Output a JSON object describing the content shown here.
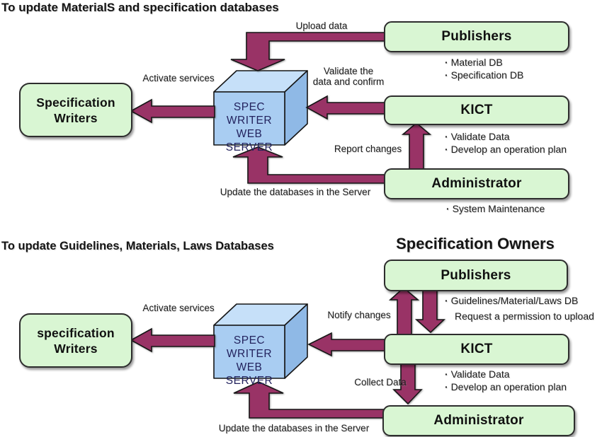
{
  "colors": {
    "arrow": "#993366",
    "box_fill": "#d9f6d3",
    "box_border": "#2d2d2d",
    "cube_front": "#a9cdf2",
    "cube_top": "#c6e0f9",
    "cube_side": "#8fb9e6",
    "server_text": "#23235e"
  },
  "section1": {
    "title": "To update MaterialS and specification databases",
    "labels": {
      "upload": "Upload data",
      "validate_line1": "Validate the",
      "validate_line2": "data and confirm",
      "activate": "Activate services",
      "report": "Report changes",
      "update": "Update the databases in the Server"
    },
    "boxes": {
      "writers_line1": "Specification",
      "writers_line2": "Writers",
      "publishers": "Publishers",
      "kict": "KICT",
      "administrator": "Administrator"
    },
    "server": {
      "line1": "SPEC WRITER",
      "line2": "WEB",
      "line3": "SERVER"
    },
    "publishers_bullets": [
      "Material DB",
      "Specification DB"
    ],
    "kict_bullets": [
      "Validate Data",
      "Develop an operation plan"
    ],
    "admin_bullets": [
      "System Maintenance"
    ]
  },
  "section2": {
    "title": "To update Guidelines, Materials, Laws Databases",
    "owners_heading": "Specification Owners",
    "labels": {
      "activate": "Activate services",
      "notify": "Notify changes",
      "collect": "Collect Data",
      "update": "Update the databases in the Server"
    },
    "boxes": {
      "writers_line1": "specification",
      "writers_line2": "Writers",
      "publishers": "Publishers",
      "kict": "KICT",
      "administrator": "Administrator"
    },
    "server": {
      "line1": "SPEC WRITER",
      "line2": "WEB",
      "line3": "SERVER"
    },
    "publishers_bullet_line1": "Guidelines/Material/Laws DB",
    "publishers_bullet_line2": "Request a permission to upload",
    "kict_bullets": [
      "Validate Data",
      "Develop an operation plan"
    ]
  }
}
